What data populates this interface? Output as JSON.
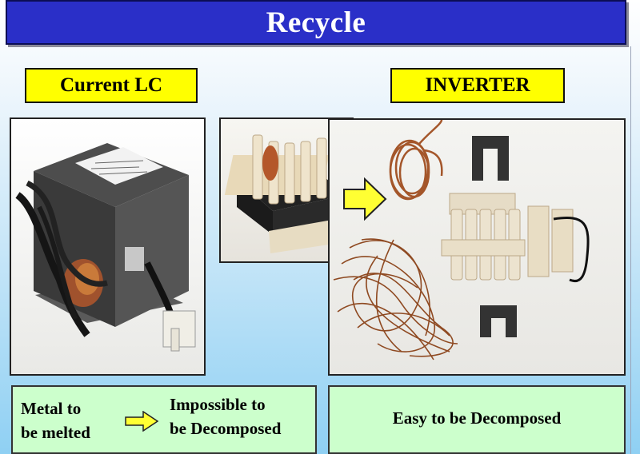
{
  "title": "Recycle",
  "labels": {
    "current": "Current LC",
    "inverter": "INVERTER"
  },
  "notes": {
    "current_line1": "Metal to",
    "current_line2": "be melted",
    "result_line1": "Impossible to",
    "result_line2": "be Decomposed",
    "inverter": "Easy to be Decomposed"
  },
  "colors": {
    "title_bar": "#2a2fc8",
    "label_bg": "#ffff00",
    "note_bg": "#ccffcc",
    "arrow": "#ffff33"
  },
  "icons": {
    "flow_arrow": "right-arrow-icon"
  }
}
